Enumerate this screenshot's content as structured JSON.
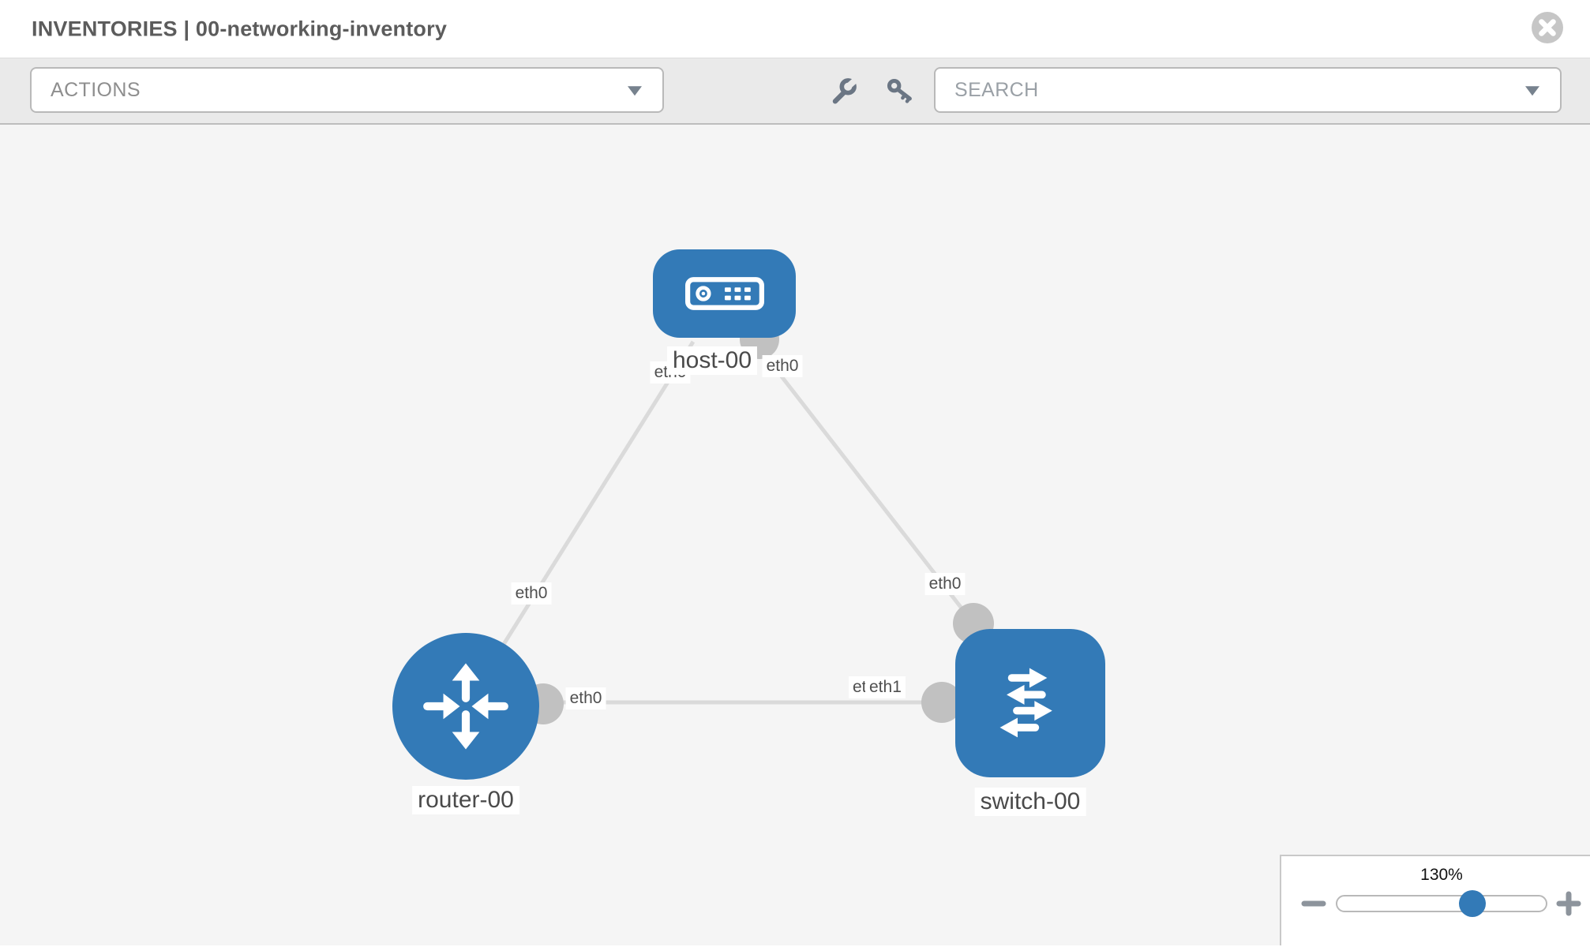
{
  "header": {
    "title": "INVENTORIES | 00-networking-inventory"
  },
  "toolbar": {
    "actions_label": "ACTIONS",
    "search_placeholder": "SEARCH",
    "icons": [
      "wrench-icon",
      "key-icon"
    ]
  },
  "topology": {
    "nodes": [
      {
        "id": "host-00",
        "type": "host",
        "label": "host-00"
      },
      {
        "id": "router-00",
        "type": "router",
        "label": "router-00"
      },
      {
        "id": "switch-00",
        "type": "switch",
        "label": "switch-00"
      }
    ],
    "links": [
      {
        "from": "router-00",
        "to": "host-00",
        "from_interface": "eth0",
        "to_interface": "eth0"
      },
      {
        "from": "host-00",
        "to": "switch-00",
        "from_interface": "eth0",
        "to_interface": "eth0"
      },
      {
        "from": "router-00",
        "to": "switch-00",
        "from_interface": "eth0",
        "to_interface": "eth1"
      }
    ],
    "labels": {
      "host_left": "eth0",
      "host_right": "eth0",
      "diag_left": "eth0",
      "diag_right": "eth0",
      "bottom_left": "eth0",
      "bottom_under": "eth0",
      "bottom_over": "eth1"
    }
  },
  "zoom": {
    "level": "130%"
  },
  "colors": {
    "node_blue": "#337ab7",
    "link_gray": "#dadada",
    "connector_gray": "#c1c1c1",
    "toolbar_bg": "#eaeaea",
    "canvas_bg": "#f5f5f5",
    "icon_gray": "#6b7684"
  }
}
